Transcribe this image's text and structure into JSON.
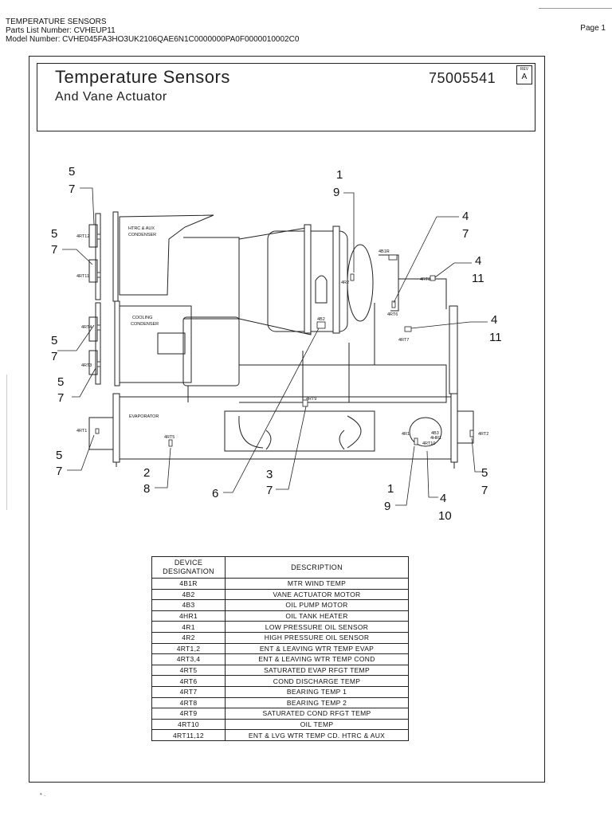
{
  "header": {
    "line1": "TEMPERATURE SENSORS",
    "line2": "Parts List Number: CVHEUP11",
    "line3": "Model Number: CVHE045FA3HO3UK2106QAE6N1C0000000PA0F0000010002C0",
    "page": "Page 1"
  },
  "titleblock": {
    "title": "Temperature Sensors",
    "subtitle": "And Vane Actuator",
    "drawing_number": "75005541",
    "rev_label": "REV",
    "rev_value": "A"
  },
  "diagram": {
    "component_labels": {
      "htrc_1": "HTRC & AUX",
      "htrc_2": "CONDENSER",
      "cool_1": "COOLING",
      "cool_2": "CONDENSER",
      "evap": "EVAPORATOR"
    },
    "sensor_labels": {
      "rt12": "4RT12",
      "rt11": "4RT11",
      "rt4": "4RT4",
      "rt3": "4RT3",
      "rt1": "4RT1",
      "rt5": "4RT5",
      "b1r": "4B1R",
      "r2": "4R2",
      "b2": "4B2",
      "rt8": "4RT8",
      "rt6": "4RT6",
      "rt7": "4RT7",
      "rt9": "4RT9",
      "r1": "4R1",
      "b3": "4B3",
      "hr1": "4HR1",
      "rt10": "4RT10",
      "rt2": "4RT2"
    },
    "callouts": {
      "c5a": "5",
      "c7a": "7",
      "c5b": "5",
      "c7b": "7",
      "c5c": "5",
      "c7c": "7",
      "c5d": "5",
      "c7d": "7",
      "c5e": "5",
      "c7e": "7",
      "c1a": "1",
      "c9a": "9",
      "c4a": "4",
      "c7f": "7",
      "c4b": "4",
      "c11a": "11",
      "c4c": "4",
      "c11b": "11",
      "c2": "2",
      "c8": "8",
      "c6": "6",
      "c3": "3",
      "c7g": "7",
      "c1b": "1",
      "c9b": "9",
      "c4d": "4",
      "c10": "10",
      "c5f": "5",
      "c7h": "7"
    }
  },
  "parts_table": {
    "headers": [
      "DEVICE DESIGNATION",
      "DESCRIPTION"
    ],
    "rows": [
      [
        "4B1R",
        "MTR WIND TEMP"
      ],
      [
        "4B2",
        "VANE ACTUATOR MOTOR"
      ],
      [
        "4B3",
        "OIL PUMP MOTOR"
      ],
      [
        "4HR1",
        "OIL TANK HEATER"
      ],
      [
        "4R1",
        "LOW PRESSURE OIL SENSOR"
      ],
      [
        "4R2",
        "HIGH PRESSURE OIL SENSOR"
      ],
      [
        "4RT1,2",
        "ENT & LEAVING WTR TEMP EVAP"
      ],
      [
        "4RT3,4",
        "ENT & LEAVING WTR TEMP COND"
      ],
      [
        "4RT5",
        "SATURATED EVAP RFGT TEMP"
      ],
      [
        "4RT6",
        "COND DISCHARGE TEMP"
      ],
      [
        "4RT7",
        "BEARING TEMP 1"
      ],
      [
        "4RT8",
        "BEARING TEMP 2"
      ],
      [
        "4RT9",
        "SATURATED COND RFGT TEMP"
      ],
      [
        "4RT10",
        "OIL TEMP"
      ],
      [
        "4RT11,12",
        "ENT & LVG WTR TEMP CD. HTRC & AUX"
      ]
    ]
  }
}
